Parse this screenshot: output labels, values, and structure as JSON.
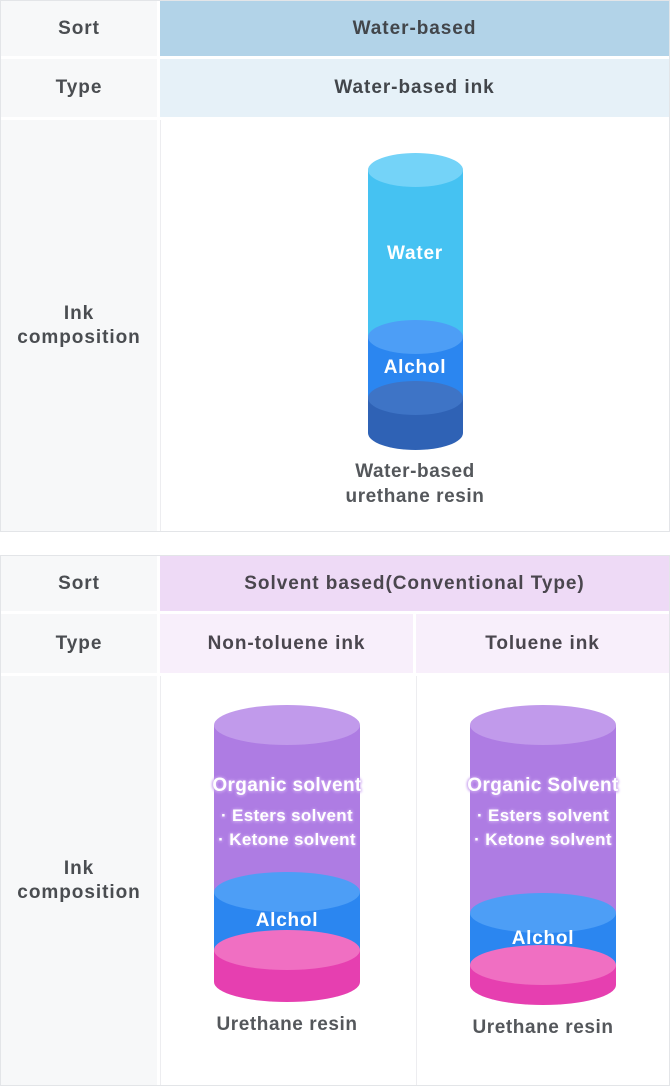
{
  "palette": {
    "water_header_bg": "#b2d3e8",
    "water_type_bg": "#e6f1f8",
    "solvent_header_bg": "#eedaf6",
    "solvent_type_bg": "#f8effb",
    "label_cell_bg": "#f7f8f9",
    "water_segment": "#45c2f2",
    "alcohol_segment": "#2b86f0",
    "water_urethane_segment": "#2f62b5",
    "organic_solvent_segment": "#ae7ce3",
    "urethane_resin_segment": "#e63fb0"
  },
  "water_table": {
    "sort_label": "Sort",
    "sort_value": "Water-based",
    "type_label": "Type",
    "type_value": "Water-based ink",
    "composition_label": "Ink composition",
    "cylinder": {
      "water_label": "Water",
      "alcohol_label": "Alchol",
      "caption_line1": "Water-based",
      "caption_line2": "urethane resin"
    }
  },
  "solvent_table": {
    "sort_label": "Sort",
    "sort_value": "Solvent based(Conventional Type)",
    "type_label": "Type",
    "columns": [
      {
        "type_value": "Non-toluene ink",
        "cylinder": {
          "organic_title": "Organic solvent",
          "bullets": [
            "· Esters solvent",
            "· Ketone solvent"
          ],
          "alcohol_label": "Alchol",
          "caption": "Urethane resin"
        }
      },
      {
        "type_value": "Toluene ink",
        "cylinder": {
          "organic_title": "Organic Solvent",
          "bullets": [
            "· Esters solvent",
            "· Ketone solvent"
          ],
          "alcohol_label": "Alchol",
          "caption": "Urethane resin"
        }
      }
    ]
  }
}
